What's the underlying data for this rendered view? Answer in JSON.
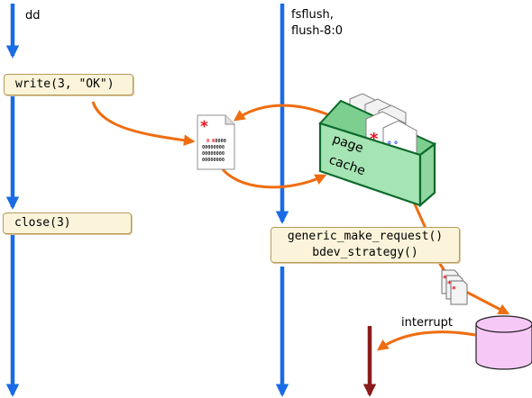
{
  "threads": {
    "dd": "dd",
    "fsflush": [
      "fsflush,",
      "flush-8:0"
    ]
  },
  "calls": {
    "write": "write(3, \"OK\")",
    "close": "close(3)",
    "block_io": [
      "generic_make_request()",
      "bdev_strategy()"
    ]
  },
  "page_cache": {
    "label_line1": "page",
    "label_line2": "cache"
  },
  "page_content": {
    "first_row": "0 K",
    "first_row_rest": "0000",
    "rows": [
      "00000000",
      "00000000",
      "00000000"
    ]
  },
  "interrupt": "interrupt",
  "colors": {
    "thread_arrow": "#1a6be6",
    "data_flow": "#ef6d10",
    "interrupt_arrow": "#8b1a1a",
    "page_cache_box": "#a5e4b3",
    "disk": "#f5c8f5",
    "dirty_marker": "#e5141c"
  }
}
